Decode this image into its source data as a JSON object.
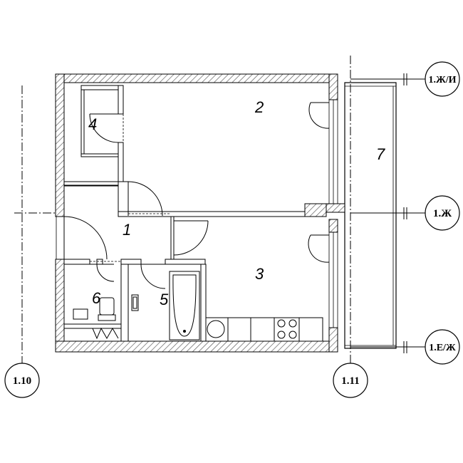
{
  "plan": {
    "rooms": [
      {
        "id": "room-1",
        "label": "1"
      },
      {
        "id": "room-2",
        "label": "2"
      },
      {
        "id": "room-3",
        "label": "3"
      },
      {
        "id": "room-4",
        "label": "4"
      },
      {
        "id": "room-5",
        "label": "5"
      },
      {
        "id": "room-6",
        "label": "6"
      },
      {
        "id": "room-7",
        "label": "7"
      }
    ],
    "axes": {
      "left": "1.10",
      "right": "1.11",
      "top": "1.Ж/И",
      "middle": "1.Ж",
      "bottom": "1.Е/Ж"
    }
  }
}
